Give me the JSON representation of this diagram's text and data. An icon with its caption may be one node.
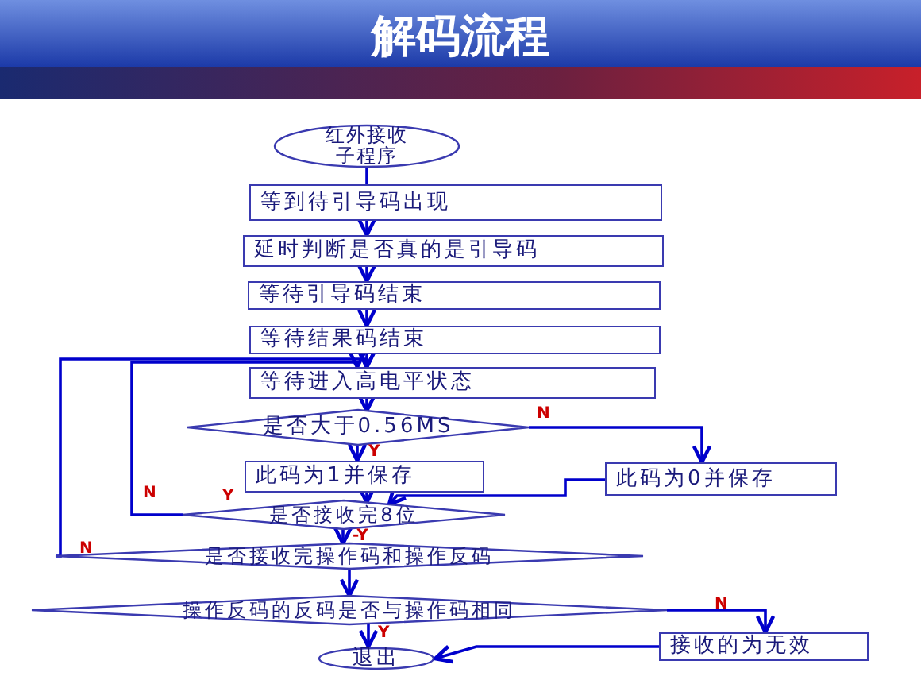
{
  "diagram": {
    "title": "解码流程",
    "nodes": [
      {
        "text": [
          "红外接收子程序"
        ]
      },
      {
        "text": [
          "等到待引导码出现"
        ]
      },
      {
        "text": [
          "延时判断是否真的是引导码"
        ]
      },
      {
        "text": [
          "等待引导码结束"
        ]
      },
      {
        "text": [
          "等待结果码结束"
        ]
      },
      {
        "text": [
          "等待进入高电平状态"
        ]
      },
      {
        "text": [
          "是否大于0.56MS"
        ]
      },
      {
        "text": [
          "此码为1并保存"
        ]
      },
      {
        "text": [
          "此码为0并保存"
        ]
      },
      {
        "text": [
          "是否接收完8位"
        ]
      },
      {
        "text": [
          "是否接收完操作码和操作反码"
        ]
      },
      {
        "text": [
          "操作反码的反码是否与操作码相同"
        ]
      },
      {
        "text": [
          "退出"
        ]
      },
      {
        "text": [
          "接收的为无效"
        ]
      }
    ],
    "edges": [
      {
        "from": 0,
        "to": 1,
        "arrow": "none"
      },
      {
        "from": 1,
        "to": 2,
        "arrow": "to"
      },
      {
        "from": 2,
        "to": 3,
        "arrow": "to"
      },
      {
        "from": 3,
        "to": 4,
        "arrow": "to"
      },
      {
        "from": 4,
        "to": 5,
        "arrow": "to"
      },
      {
        "from": 5,
        "to": 6,
        "arrow": "to"
      },
      {
        "from": 6,
        "to": 7,
        "arrow": "to",
        "label": "Y"
      },
      {
        "from": 6,
        "to": 8,
        "arrow": "to",
        "label": "N"
      },
      {
        "from": 7,
        "to": 9,
        "arrow": "to"
      },
      {
        "from": 8,
        "to": 9,
        "arrow": "to"
      },
      {
        "from": 9,
        "to": 5,
        "arrow": "to",
        "label": "N"
      },
      {
        "from": 9,
        "to": 10,
        "arrow": "to",
        "label": "-Y"
      },
      {
        "from": 10,
        "to": 5,
        "arrow": "to",
        "label": "N"
      },
      {
        "from": 10,
        "to": 11,
        "arrow": "to"
      },
      {
        "from": 11,
        "to": 13,
        "arrow": "to",
        "label": "N"
      },
      {
        "from": 11,
        "to": 12,
        "arrow": "to",
        "label": "Y"
      },
      {
        "from": 13,
        "to": 12,
        "arrow": "to"
      }
    ],
    "labels": [
      "Y"
    ]
  }
}
